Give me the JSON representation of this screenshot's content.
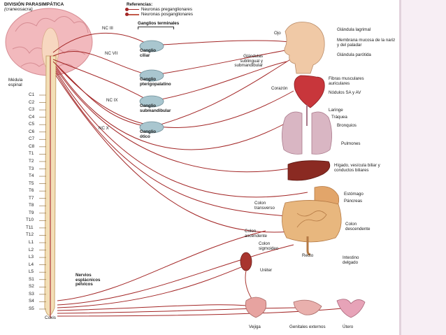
{
  "header": {
    "title": "DIVISIÓN PARASIMPÁTICA",
    "subtitle": "(craneosacra)"
  },
  "legend": {
    "title": "Referencias:",
    "pre": "Neuronas preganglionares",
    "post": "Neuronas posganglionares"
  },
  "ganglia": {
    "heading": "Ganglios terminales",
    "items": [
      "Ganglio ciliar",
      "Ganglio pterigopalatino",
      "Ganglio submandibular",
      "Ganglio ótico"
    ]
  },
  "cranial_nerves": [
    "NC III",
    "NC VII",
    "NC IX",
    "NC X"
  ],
  "spinal_label": "Médula espinal",
  "segments": [
    "C1",
    "C2",
    "C3",
    "C4",
    "C5",
    "C6",
    "C7",
    "C8",
    "T1",
    "T2",
    "T3",
    "T4",
    "T5",
    "T6",
    "T7",
    "T8",
    "T9",
    "T10",
    "T11",
    "T12",
    "L1",
    "L2",
    "L3",
    "L4",
    "L5",
    "S1",
    "S2",
    "S3",
    "S4",
    "S5",
    "Coxis"
  ],
  "pelvic_label": "Nervios esplácnicos pélvicos",
  "targets": {
    "ojo": "Ojo",
    "glandula_lagrimal": "Glándula lagrimal",
    "membrana": "Membrana mucosa de la nariz y del paladar",
    "parotida": "Glándula parótida",
    "sublinguales": "Glándulas sublingual y submandibular",
    "corazon": "Corazón",
    "fibras": "Fibras musculares auriculares",
    "nodulos": "Nódulos SA y AV",
    "laringe": "Laringe",
    "traquea": "Tráquea",
    "bronquios": "Bronquios",
    "pulmones": "Pulmones",
    "higado": "Hígado, vesícula biliar y conductos biliares",
    "estomago": "Estómago",
    "pancreas": "Páncreas",
    "colon_transverso": "Colon transverso",
    "colon_descendente": "Colon descendente",
    "colon_ascendente": "Colon ascendente",
    "colon_sigmoideo": "Colon sigmoideo",
    "recto": "Recto",
    "intestino": "Intestino delgado",
    "ureter": "Uréter",
    "vejiga": "Vejiga",
    "genitales": "Genitales externos",
    "utero": "Útero"
  },
  "colors": {
    "nerve": "#a32626",
    "nerve_post": "#c35a4a",
    "brain": "#f2b9bd",
    "cord": "#f3dfb6",
    "ganglion": "#a9c6cf",
    "panel": "#f7eef4"
  }
}
